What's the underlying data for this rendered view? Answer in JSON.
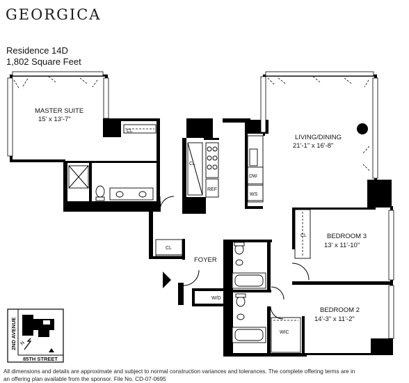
{
  "brand": "GEORGICA",
  "residence": {
    "name": "Residence 14D",
    "area": "1,802 Square Feet"
  },
  "rooms": [
    {
      "id": "master",
      "name": "MASTER SUITE",
      "dims": "15' x 13'-7\""
    },
    {
      "id": "living",
      "name": "LIVING/DINING",
      "dims": "21'-1\" x 16'-8\""
    },
    {
      "id": "bed3",
      "name": "BEDROOM 3",
      "dims": "13' x 11'-10\""
    },
    {
      "id": "bed2",
      "name": "BEDROOM 2",
      "dims": "14'-3\" x 11'-2\""
    },
    {
      "id": "foyer",
      "name": "FOYER",
      "dims": ""
    }
  ],
  "fixtures": {
    "cl": "CL",
    "dw": "DW",
    "ws": "WS",
    "ref": "REF",
    "wd": "W/D",
    "wic": "WIC"
  },
  "keymap": {
    "avenue": "2ND AVENUE",
    "street": "85TH STREET",
    "north": "N"
  },
  "disclaimer": {
    "line1": "All dimensions and details are approximate and subject to normal construction variances and tolerances. The complete offering terms are in",
    "line2": "an offering plan available from the sponsor. File No. CD-07-0695"
  }
}
